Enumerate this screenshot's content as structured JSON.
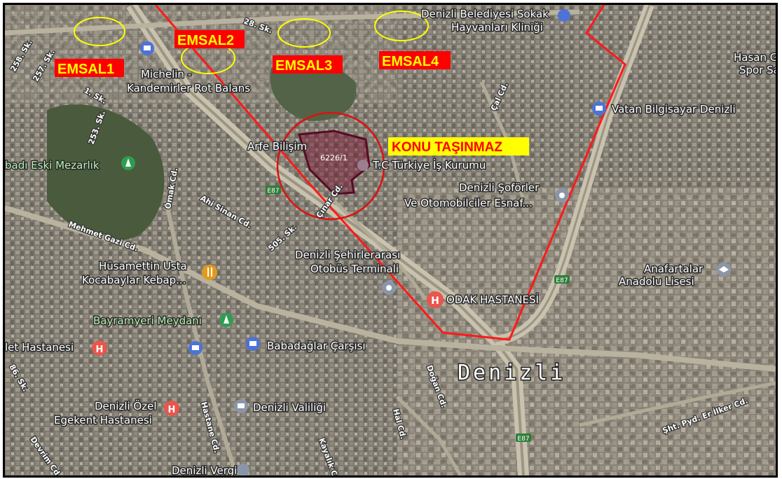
{
  "map": {
    "city_label": "Denizli",
    "parcel_label": "6226/1",
    "road_shield": "E87"
  },
  "annotations": {
    "emsal1": "EMSAL1",
    "emsal2": "EMSAL2",
    "emsal3": "EMSAL3",
    "emsal4": "EMSAL4",
    "subject": "KONU TAŞINMAZ"
  },
  "places": {
    "belediye": "Denizli Belediyesi Sokak",
    "klinik": "Hayvanları Kliniği",
    "michelin1": "Michelin -",
    "michelin2": "Kandemirler Rot Balans",
    "hasan1": "Hasan Gü",
    "hasan2": "Spor Sa",
    "vatan": "Vatan Bilgisayar Denizli",
    "arfe": "Arfe Bilişim",
    "iskur": "T.C Türkiye İş Kurumu",
    "mezarlik": "badı Eski Mezarlık",
    "sofor1": "Denizli Şoförler",
    "sofor2": "Ve Otomobilciler Esnaf...",
    "otogar1": "Denizli Şehirlerarası",
    "otogar2": "Otobüs Terminali",
    "husamettin1": "Hüsamettin Usta",
    "husamettin2": "Kocabaylar Kebap...",
    "anafartalar1": "Anafartalar",
    "anafartalar2": "Anadolu Lisesi",
    "odak": "ODAK HASTANESİ",
    "bayramyeri": "Bayramyeri Meydanı",
    "devlet": "let Hastanesi",
    "babadaglar": "Babadağlar Çarşısı",
    "ozel1": "Denizli Özel",
    "ozel2": "Egekent Hastanesi",
    "valilik": "Denizli Valiliği",
    "vergi": "Denizli Vergi"
  },
  "streets": {
    "s258": "258. Sk.",
    "s257": "257. Sk.",
    "s253": "253. Sk.",
    "s1": "1. Sk.",
    "s28": "28. Sk.",
    "s505": "505. Sk.",
    "cal": "Çal Cd.",
    "cinar": "Çınar Cd.",
    "omak": "Ömak Cd.",
    "ahi": "Ahi Sinan Cd.",
    "mehmet": "Mehmet Gazi Cd.",
    "dogan": "Doğan Cd.",
    "hal": "Hal Cd.",
    "hastane": "Hastane Cd.",
    "kayalik": "Kayalık Cd.",
    "devrim": "Devrim Cd.",
    "sht": "Şht. Pyd. Er İlker Cd.",
    "s86": "86. Sk."
  },
  "colors": {
    "boundary": "#ff1a1a",
    "emsal_marker": "#ffff00",
    "subject_circle": "#e01010",
    "parcel": "#7a1030"
  }
}
